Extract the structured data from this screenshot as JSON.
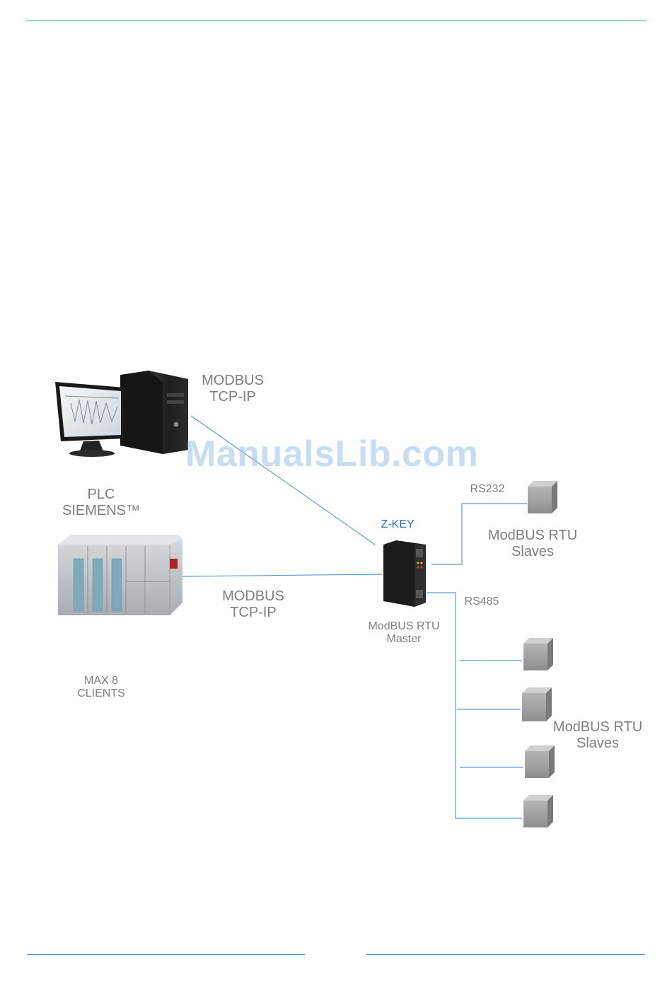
{
  "colors": {
    "rule": "#4d8fc4",
    "link": "#5b9bd5",
    "text": "#7f7f7f",
    "zkey": "#2f6fa8"
  },
  "labels": {
    "modbus_tcpip_top": "MODBUS\nTCP-IP",
    "plc": "PLC\nSIEMENS™",
    "modbus_tcpip_mid": "MODBUS\nTCP-IP",
    "max_clients": "MAX 8\nCLIENTS",
    "zkey": "Z-KEY",
    "master": "ModBUS RTU\nMaster",
    "rs232": "RS232",
    "rs485": "RS485",
    "slaves_top": "ModBUS RTU\nSlaves",
    "slaves_bottom": "ModBUS RTU\nSlaves"
  },
  "watermark": "ManualsLib.com",
  "icons": [
    "pc-workstation-icon",
    "plc-siemens-icon",
    "zkey-module-icon",
    "slave-device-icon"
  ]
}
